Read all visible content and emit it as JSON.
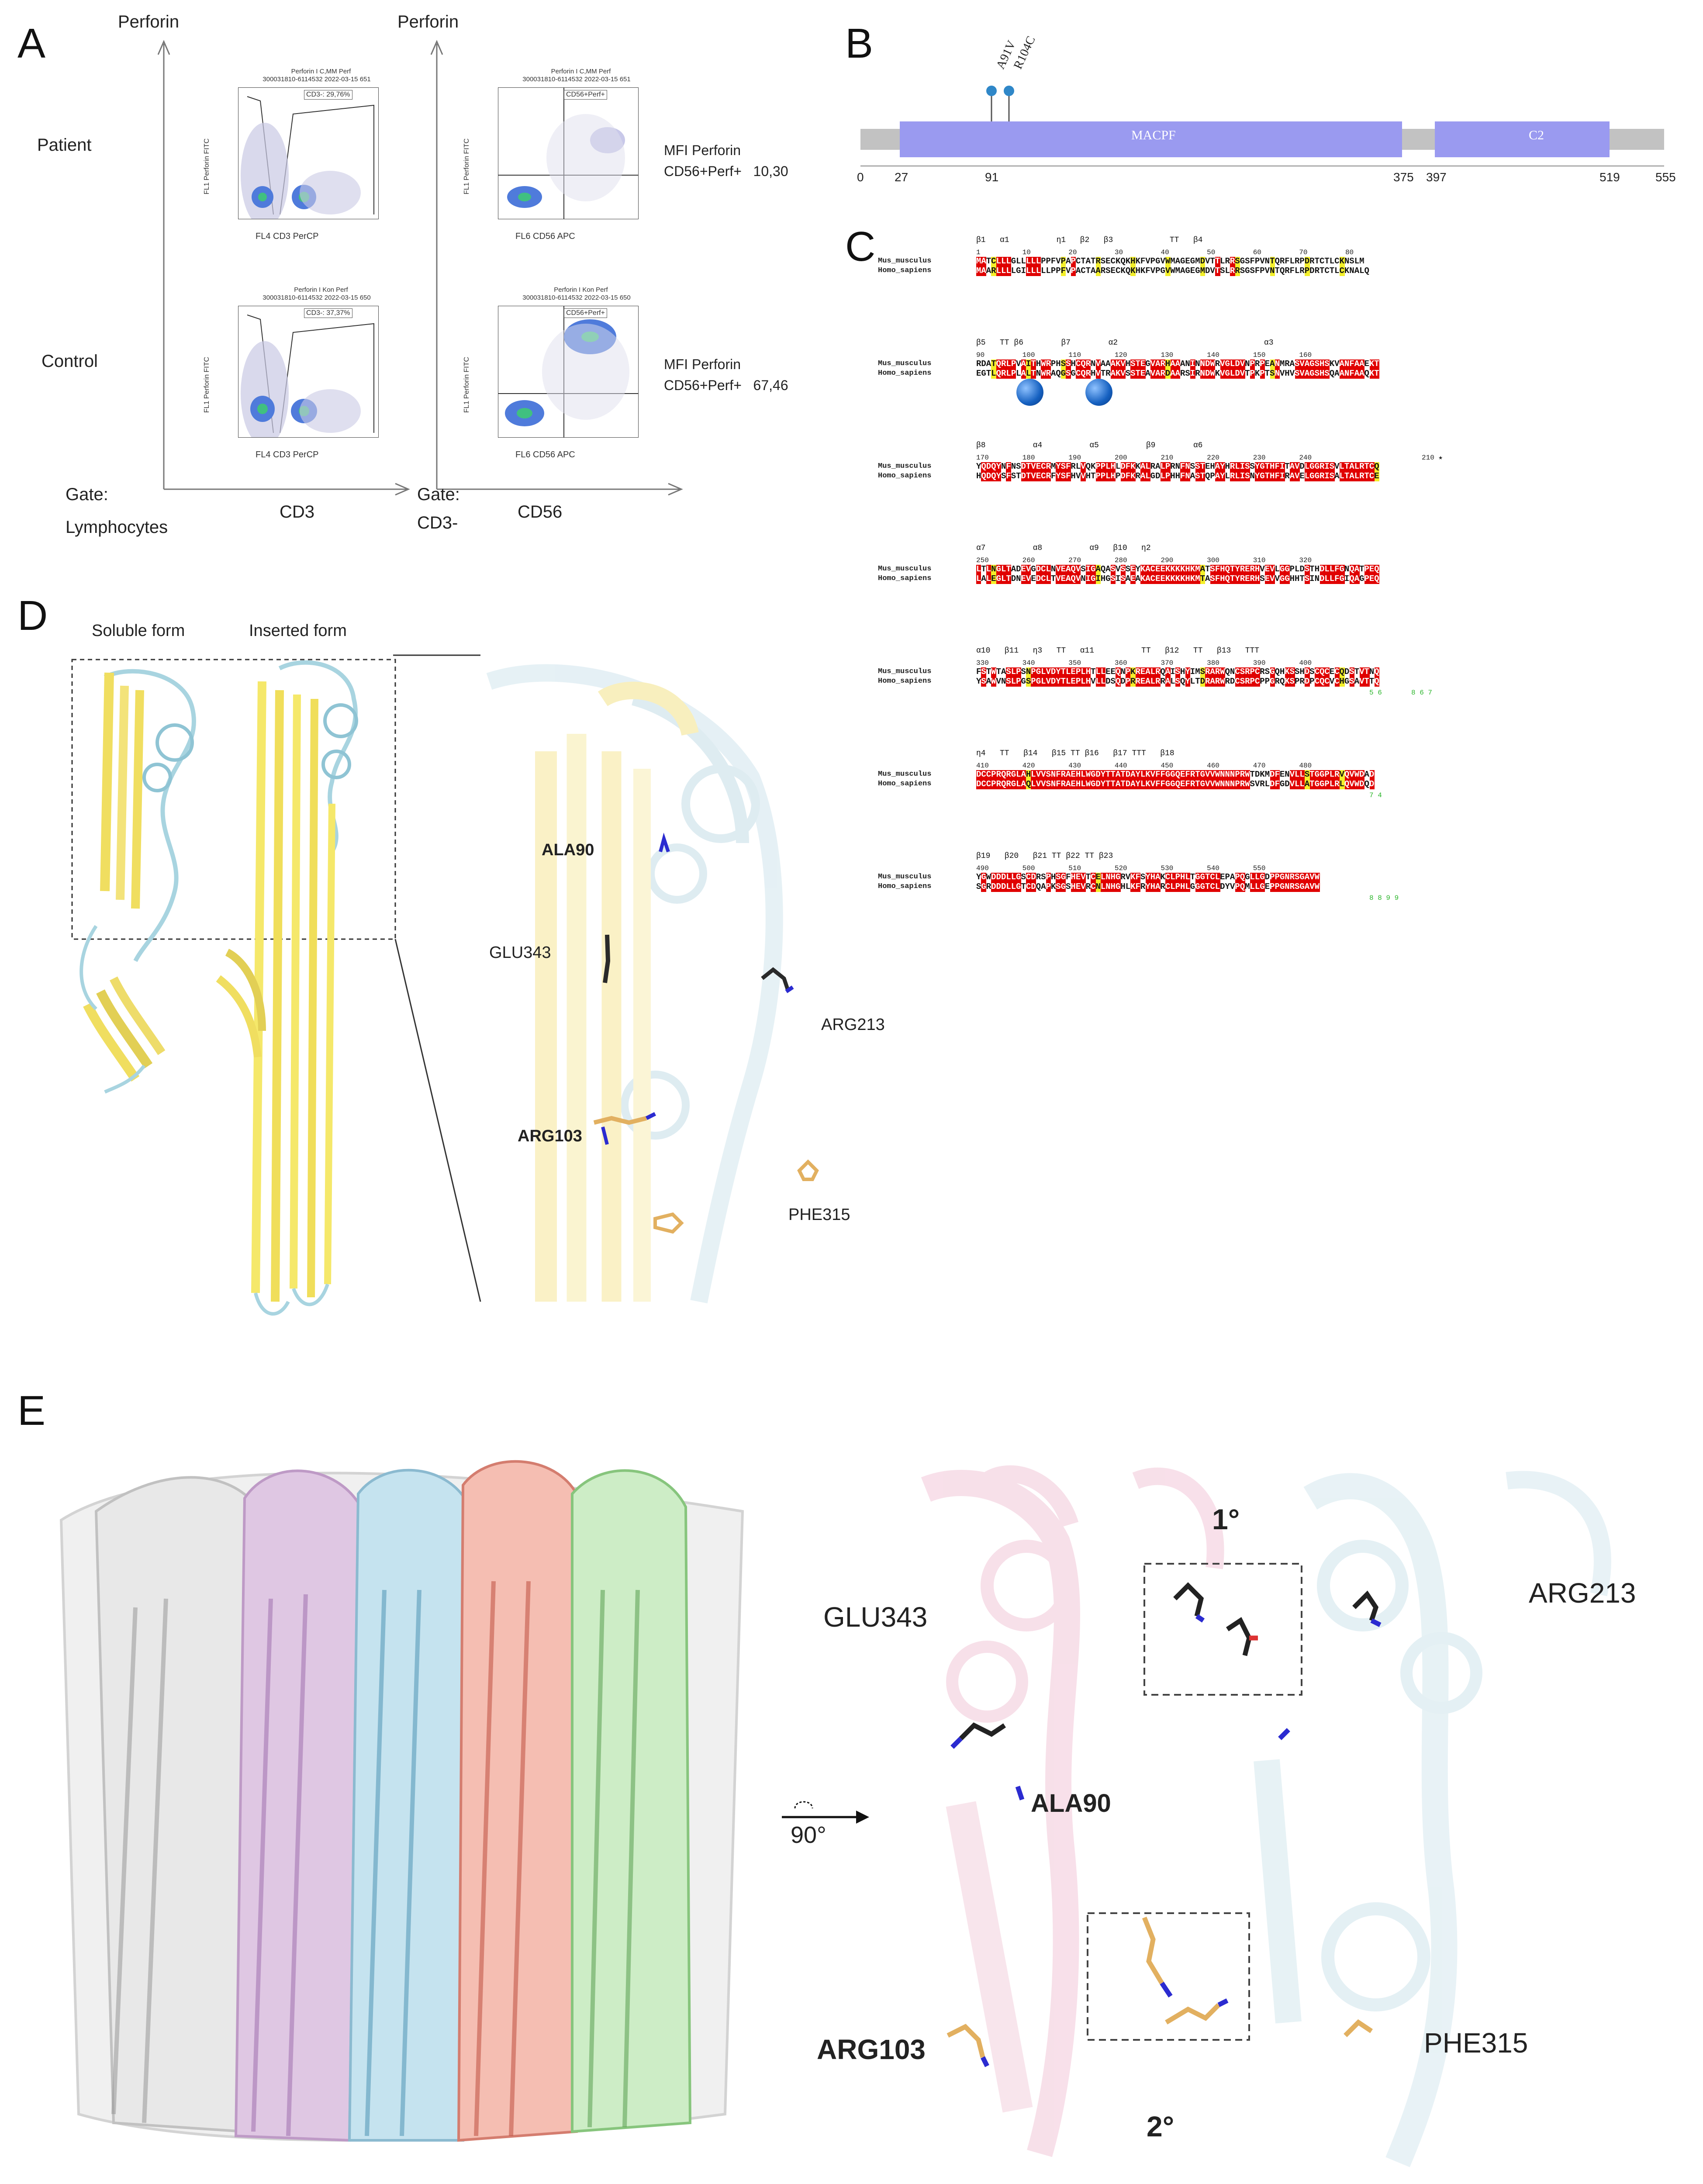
{
  "panels": {
    "A": {
      "label": "A",
      "y_axis_1": "Perforin",
      "y_axis_2": "Perforin",
      "row_patient": "Patient",
      "row_control": "Control",
      "gate1_line1": "Gate:",
      "gate1_line2": "Lymphocytes",
      "gate2_line1": "Gate:",
      "gate2_line2": "CD3-",
      "x_axis_1": "CD3",
      "x_axis_2": "CD56",
      "plots": [
        {
          "title1": "Perforin I C,MM Perf",
          "title2": "300031810-6114532 2022-03-15 651",
          "gate": "CD3-: 29,76%",
          "ylabel": "FL1 Perforin FITC",
          "xlabel": "FL4 CD3 PerCP"
        },
        {
          "title1": "Perforin I C,MM Perf",
          "title2": "300031810-6114532 2022-03-15 651",
          "gate": "CD56+Perf+",
          "ylabel": "FL1 Perforin FITC",
          "xlabel": "FL6 CD56 APC"
        },
        {
          "title1": "Perforin I Kon Perf",
          "title2": "300031810-6114532 2022-03-15 650",
          "gate": "CD3-: 37,37%",
          "ylabel": "FL1 Perforin FITC",
          "xlabel": "FL4 CD3 PerCP"
        },
        {
          "title1": "Perforin I Kon Perf",
          "title2": "300031810-6114532 2022-03-15 650",
          "gate": "CD56+Perf+",
          "ylabel": "FL1 Perforin FITC",
          "xlabel": "FL6 CD56 APC"
        }
      ],
      "mfi_patient": {
        "line1": "MFI Perforin",
        "line2": "CD56+Perf+",
        "value": "10,30"
      },
      "mfi_control": {
        "line1": "MFI Perforin",
        "line2": "CD56+Perf+",
        "value": "67,46"
      }
    },
    "B": {
      "label": "B",
      "domains": [
        {
          "name": "MACPF",
          "start": 27,
          "end": 375
        },
        {
          "name": "C2",
          "start": 397,
          "end": 519
        }
      ],
      "mutations": [
        "A91V",
        "R104C"
      ],
      "ticks": [
        "0",
        "27",
        "91",
        "375",
        "397",
        "519",
        "555"
      ],
      "length": 555
    },
    "C": {
      "label": "C",
      "species": [
        "Mus_musculus",
        "Homo_sapiens"
      ],
      "blocks": [
        {
          "ss": "β1   α1          η1   β2   β3            TT   β4",
          "nums": "1          10         20         30         40         50         60         70         80",
          "mouse": "MATCLLLGLLLLLPPFVPAPCTATRSECKQKHKFVPGVWMAGEGMDVTTLRRSGSFPVNTQRFLRPDRTCTLCKNSLM",
          "human": "MAARLLLLGILLLLLPPFVPACTAARSECKQKHKFVPGVWMAGEGMDVTSLRRSGSFPVNTQRFLRPDRTCTLCKNALQ"
        },
        {
          "ss": "β5   TT β6        β7        α2                               α3",
          "nums": "90         100        110        120        130        140        150        160",
          "mouse": "RDATQRLPVAITHWRPHSSHCQRNVAAAKVHSTEGVARHAAANINNDWRVGLDVNPRPEANMRASVAGSHSKVANFAAEKT",
          "human": "EGTLQRLPLALTNWRAQGSGCQRHVTRAKVSSTEAVARDAARSIRNDWKVGLDVTPKPTSNVHVSVAGSHSQAANFAAQKT"
        },
        {
          "ss": "β8          α4          α5          β9        α6",
          "nums": "170        180        190        200        210        220        230        240",
          "mouse": "YQDQYNFNSDTVECRMYSFRLVQKPPLHLDFKKALRALPRNFNSSTEHAYHRLISSYGTHFITAVDLGGRISVLTALRTCQ",
          "human": "HQDQYSFSTDTVECRFYSFHVVHTPPLHPDFKRALGDLPHHFNASTQPAYLRLISNYGTHFIRAVELGGRISALTALRTCE",
          "star": "210 ★"
        },
        {
          "ss": "α7          α8          α9   β10   η2",
          "nums": "250        260        270        280        290        300        310        320",
          "mouse": "LTLNGLTADEVGDCLNVEAQVSIGAQASVSSEYKACEEKKKKHKMATSFHQTYRERHVEVLGGPLDSTHDLLFGNQATPEQ",
          "human": "LALEGLTDNEVEDCLTVEAQVNIGIHGSISAEAKACEEKKKKHKMTASFHQTYRERHSEVVGGHHTSINDLLFGIQAGPEQ"
        },
        {
          "ss": "α10   β11   η3   TT   α11          TT   β12   TT   β13   TTT",
          "nums": "330        340        350        360        370        380        390        400",
          "mouse": "FSTWTASLPSNPGLVDYTLEPLHTLLEEQNPKREALRQAISHYIMSRARWQNCSRPCRSGQHKSSHDSCQCECQDSTVTNQ",
          "human": "YSAWVNSLPGSPGLVDYTLEPLHVLLDSQDPRREALRRALSQYLTDRARWRDCSRPCPPGRQKSPRDPCQCVCHGSAVTTQ",
          "notes": "5 6       8 6 7"
        },
        {
          "ss": "η4   TT   β14   β15 TT β16   β17 TTT   β18",
          "nums": "410        420        430        440        450        460        470        480",
          "mouse": "DCCPRQRGLAHLVVSNFRAEHLWGDYTTATDAYLKVFFGGQEFRTGVVWNNNPRWTDKMDFENVLLSTGGPLRVQVWDAD",
          "human": "DCCPRQRGLAQLVVSNFRAEHLWGDYTTATDAYLKVFFGGQEFRTGVVWNNNPRWSVRLDFGDVLLATGGPLRLQVWDQD",
          "notes": "7 4"
        },
        {
          "ss": "β19   β20   β21 TT β22 TT β23",
          "nums": "490        500        510        520        530        540        550",
          "mouse": "YGWDDDLLGSCDRSPHSGFHEVTCELNHGRVKFSYHAKCLPHLTGGTCLEPAPQGLLGDPPGNRSGAVW",
          "human": "SGRDDDLLGTCDQAPKSGSHEVRCNLNHGHLKFRYHARCLPHLGGGTCLDYVPQMLLGEPPGNRSGAVW",
          "notes": "8 8 9 9"
        }
      ]
    },
    "D": {
      "label": "D",
      "soluble": "Soluble form",
      "inserted": "Inserted form",
      "residues": [
        "ALA90",
        "GLU343",
        "ARG213",
        "ARG103",
        "PHE315"
      ]
    },
    "E": {
      "label": "E",
      "rotation": "90°",
      "site1": "1°",
      "site2": "2°",
      "residues": [
        "GLU343",
        "ALA90",
        "ARG213",
        "ARG103",
        "PHE315"
      ]
    }
  },
  "colors": {
    "macpf": "#9a9af0",
    "c2": "#9a9af0",
    "backbone": "#c2c2c2",
    "mutation": "#2f87c8",
    "conserved": "#e00000",
    "similar": "#f3ef2a",
    "sheet": "#f2e47a",
    "helix": "#bfe0ea",
    "pink": "#f2c7d8"
  }
}
